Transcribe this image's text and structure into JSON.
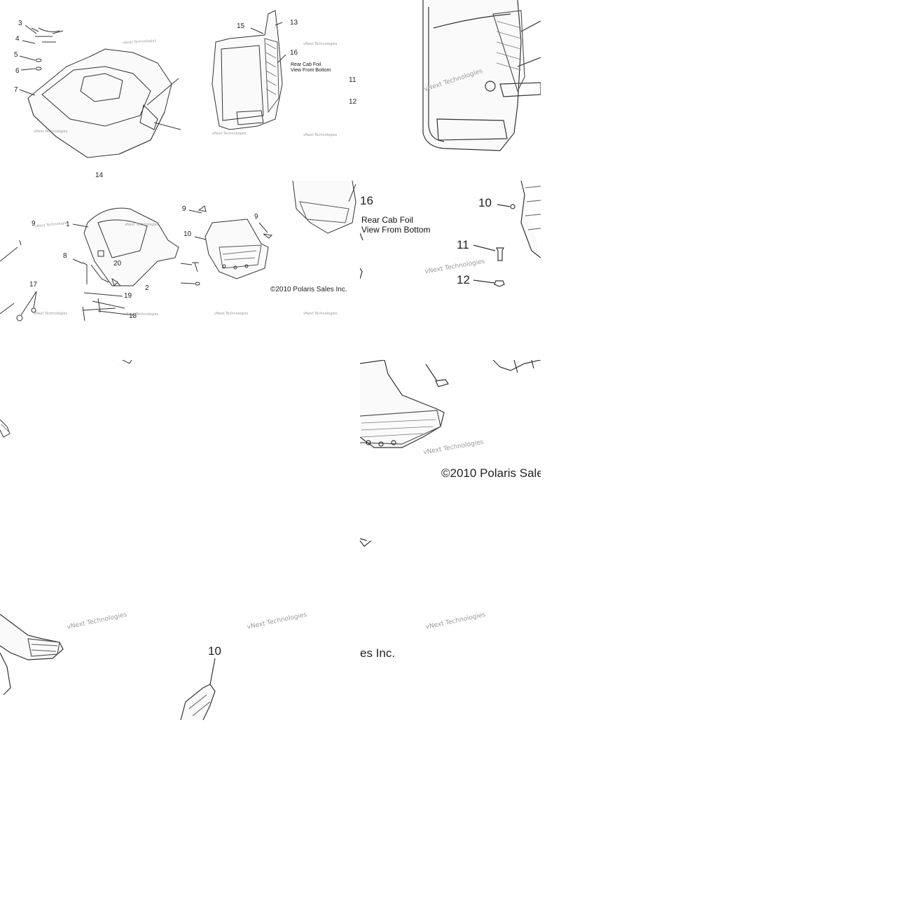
{
  "part_callouts": {
    "n1": "1",
    "n2": "2",
    "n3": "3",
    "n4": "4",
    "n5": "5",
    "n6": "6",
    "n7": "7",
    "n8": "8",
    "n9": "9",
    "n10": "10",
    "n11": "11",
    "n12": "12",
    "n13": "13",
    "n14": "14",
    "n15": "15",
    "n16": "16",
    "n17": "17",
    "n18": "18",
    "n19": "19",
    "n20": "20"
  },
  "note": {
    "line1": "Rear Cab Foil",
    "line2": "View From Bottom"
  },
  "copyright": "©2010 Polaris Sales Inc.",
  "copyright_clip_a": "©2010 Polaris Sale",
  "copyright_clip_b": "es Inc.",
  "watermark": "vNext Technologies",
  "colors": {
    "line": "#333333",
    "hatch": "#555555",
    "watermark": "#9a9a9a",
    "background": "#ffffff"
  }
}
